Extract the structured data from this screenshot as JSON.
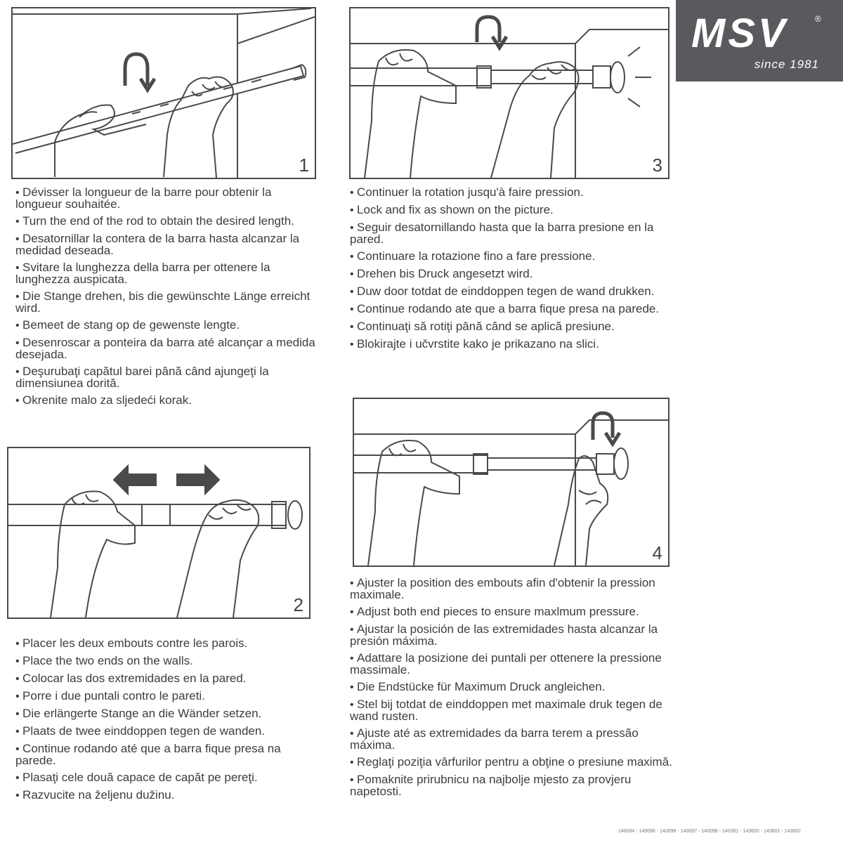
{
  "logo": {
    "brand": "MSV",
    "registered": "®",
    "tagline": "since 1981"
  },
  "steps": [
    {
      "number": "1",
      "lines": [
        "Dévisser la longueur de la barre pour obtenir la longueur souhaitée.",
        "Turn the end of the rod to obtain the desired length.",
        "Desatornillar la contera de la barra hasta alcanzar la medidad deseada.",
        "Svitare la lunghezza della barra per ottenere la lunghezza auspicata.",
        "Die Stange drehen, bis die gewünschte Länge erreicht wird.",
        "Bemeet de stang op de gewenste lengte.",
        "Desenroscar a ponteira da barra até alcançar a medida desejada.",
        "Deşurubaţi capătul barei până când ajungeţi la dimensiunea dorită.",
        "Okrenite malo za sljedeći korak."
      ]
    },
    {
      "number": "2",
      "lines": [
        "Placer les deux embouts contre les parois.",
        "Place the two ends on the walls.",
        "Colocar las dos extremidades en la pared.",
        "Porre i due puntali contro le pareti.",
        "Die erlängerte Stange an die Wänder setzen.",
        "Plaats de twee einddoppen tegen de wanden.",
        "Continue rodando até que a barra fique presa na parede.",
        "Plasaţi cele două capace de capăt pe pereţi.",
        "Razvucite na željenu dužinu."
      ]
    },
    {
      "number": "3",
      "lines": [
        "Continuer la rotation jusqu'à faire pression.",
        "Lock and fix as shown on the picture.",
        "Seguir desatornillando hasta que la barra presione en la pared.",
        "Continuare la rotazione fino a fare pressione.",
        "Drehen bis Druck angesetzt wird.",
        "Duw door totdat de einddoppen tegen de wand drukken.",
        "Continue rodando ate que a barra fique presa na parede.",
        "Continuaţi să rotiţi până când se aplică presiune.",
        "Blokirajte i učvrstite kako je prikazano na slici."
      ]
    },
    {
      "number": "4",
      "lines": [
        "Ajuster la position des embouts afin d'obtenir la pression maximale.",
        "Adjust both end pieces to ensure maxlmum pressure.",
        "Ajustar la posición de las extremidades hasta alcanzar la presión máxima.",
        "Adattare la posizione dei puntali per ottenere la pressione massimale.",
        "Die Endstücke für Maximum Druck angleichen.",
        "Stel bij totdat de einddoppen met maximale druk tegen de wand rusten.",
        "Ajuste até as extremidades da barra terem a pressão máxima.",
        "Reglaţi poziţia vârfurilor pentru a obţine o presiune maximă.",
        "Pomaknite prirubnicu na najbolje mjesto za provjeru napetosti."
      ]
    }
  ],
  "product_refs": "140094 - 140096 - 140096 - 140097 - 140098 - 140391 - 143600 - 143601 - 143602"
}
